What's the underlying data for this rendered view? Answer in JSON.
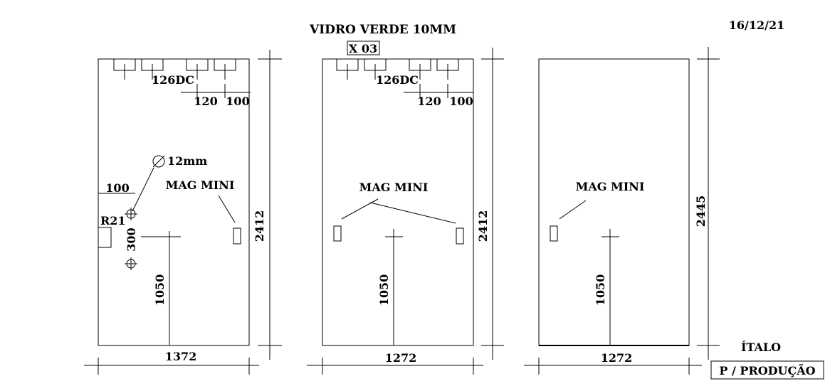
{
  "header": {
    "title": "VIDRO VERDE 10MM",
    "quantity": "X 03",
    "date": "16/12/21"
  },
  "footer": {
    "author": "ÍTALO",
    "destination": "P / PRODUÇÃO"
  },
  "panels": [
    {
      "width_label": "1372",
      "height_label": "2412",
      "center_height_label": "1050",
      "hinge_label": "126DC",
      "hinge_dim_a": "120",
      "hinge_dim_b": "100",
      "lock_label": "MAG MINI",
      "hole_label": "12mm",
      "hole_offset_label": "100",
      "hole_spacing_label": "300",
      "radius_label": "R21"
    },
    {
      "width_label": "1272",
      "height_label": "2412",
      "center_height_label": "1050",
      "hinge_label": "126DC",
      "hinge_dim_a": "120",
      "hinge_dim_b": "100",
      "lock_label": "MAG MINI"
    },
    {
      "width_label": "1272",
      "height_label": "2445",
      "center_height_label": "1050",
      "lock_label": "MAG MINI"
    }
  ]
}
